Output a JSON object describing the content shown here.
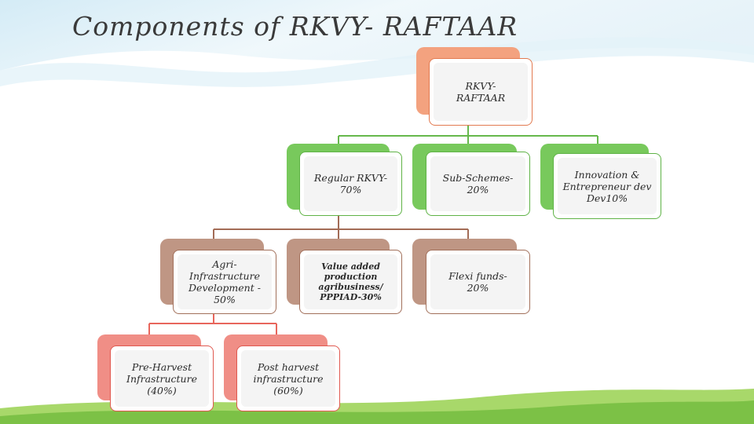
{
  "title": "Components of RKVY- RAFTAAR",
  "colors": {
    "root_back": "#f3a27f",
    "root_border": "#e27a50",
    "level1_back": "#78c95c",
    "level1_border": "#5fb346",
    "level2_back": "#bf9684",
    "level2_border": "#a2705b",
    "level3_back": "#f08e86",
    "level3_border": "#e0584f",
    "line_green": "#66b84c",
    "line_brown": "#a36c56",
    "line_red": "#e8665c"
  },
  "nodes": {
    "root": {
      "label": "RKVY- RAFTAAR"
    },
    "regular": {
      "label": "Regular RKVY- 70%"
    },
    "sub_schemes": {
      "label": "Sub-Schemes- 20%"
    },
    "innovation": {
      "label": "Innovation & Entrepreneur dev Dev10%"
    },
    "agri_infra": {
      "label": "Agri- Infrastructure Development - 50%"
    },
    "value_added": {
      "label": "Value added production agribusiness/ PPPIAD-30%"
    },
    "flexi": {
      "label": "Flexi funds- 20%"
    },
    "pre_harvest": {
      "label": "Pre-Harvest Infrastructure (40%)"
    },
    "post_harvest": {
      "label": "Post harvest infrastructure (60%)"
    }
  }
}
